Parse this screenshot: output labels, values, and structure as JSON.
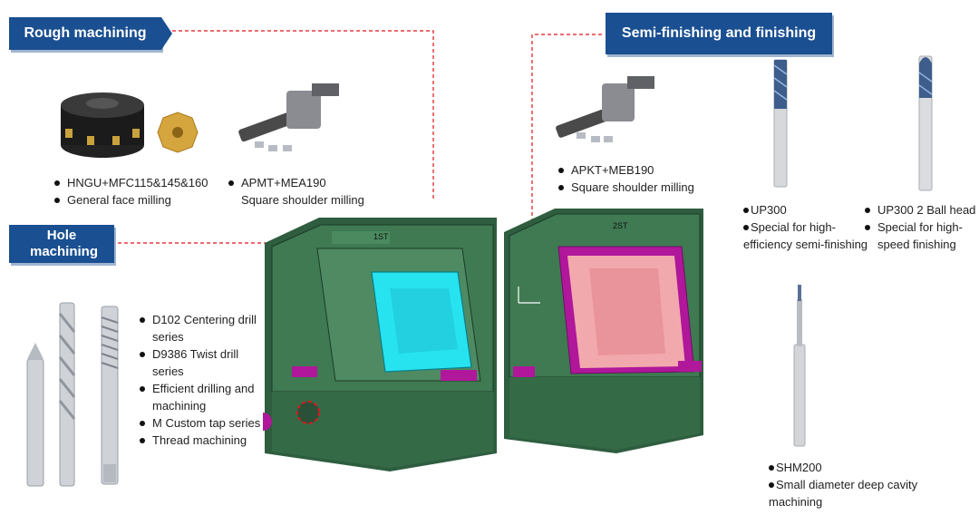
{
  "headers": {
    "rough": "Rough machining",
    "semi": "Semi-finishing and finishing",
    "hole": "Hole machining"
  },
  "rough_tools": {
    "item1": "HNGU+MFC115&145&160",
    "item2": "General face milling",
    "item3": "APMT+MEA190",
    "item4": "Square shoulder milling"
  },
  "semi_tools": {
    "item1": "APKT+MEB190",
    "item2": "Square shoulder milling"
  },
  "finish_tools": {
    "up300_name": "UP300",
    "up300_desc_1": "Special for high-",
    "up300_desc_2": "efficiency semi-finishing",
    "up300b_name": "UP300 2 Ball head",
    "up300b_desc_1": "Special for high-",
    "up300b_desc_2": "speed finishing",
    "shm_name": "SHM200",
    "shm_desc_1": "Small diameter deep cavity",
    "shm_desc_2": "machining"
  },
  "hole_tools": {
    "l1a": "D102 Centering drill",
    "l1b": "series",
    "l2a": "D9386 Twist drill",
    "l2b": "series",
    "l3a": "Efficient drilling and",
    "l3b": "machining",
    "l4": "M Custom tap series",
    "l5": "Thread machining"
  },
  "mold": {
    "left_tag": "1ST",
    "right_tag": "2ST"
  },
  "colors": {
    "badge": "#1a4f91",
    "mold_green": "#3f7a52",
    "cavity_cyan": "#27e3f0",
    "cavity_pink": "#f2a9ad",
    "accent_magenta": "#b0179b",
    "leader_red": "#e0151a"
  }
}
